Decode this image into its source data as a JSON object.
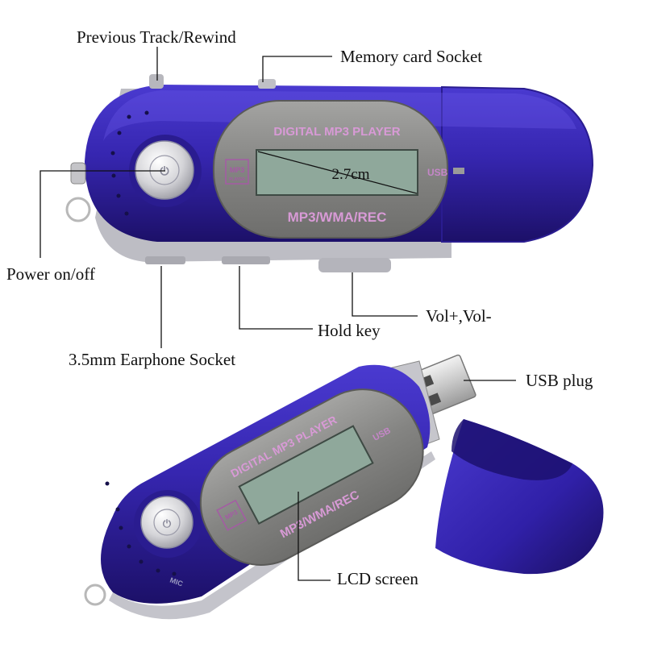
{
  "labels": {
    "previous_track": "Previous Track/Rewind",
    "memory_card": "Memory card Socket",
    "power": "Power on/off",
    "volume": "Vol+,Vol-",
    "hold": "Hold key",
    "earphone": "3.5mm Earphone Socket",
    "usb_plug": "USB plug",
    "lcd": "LCD screen"
  },
  "device_text": {
    "brand_line": "DIGITAL MP3 PLAYER",
    "formats": "MP3/WMA/REC",
    "usb_mark": "USB",
    "measurement": "2.7cm",
    "mic_mark": "MIC",
    "logo_mark": "MP3",
    "logo_sub": "PLAYER"
  },
  "colors": {
    "body_purple": "#3a2bb0",
    "body_dark": "#1f1470",
    "silver": "#c9c9cf",
    "lcd_green": "#8fa89b",
    "bezel": "#8a8a88",
    "pink_text": "#d89ad6"
  }
}
